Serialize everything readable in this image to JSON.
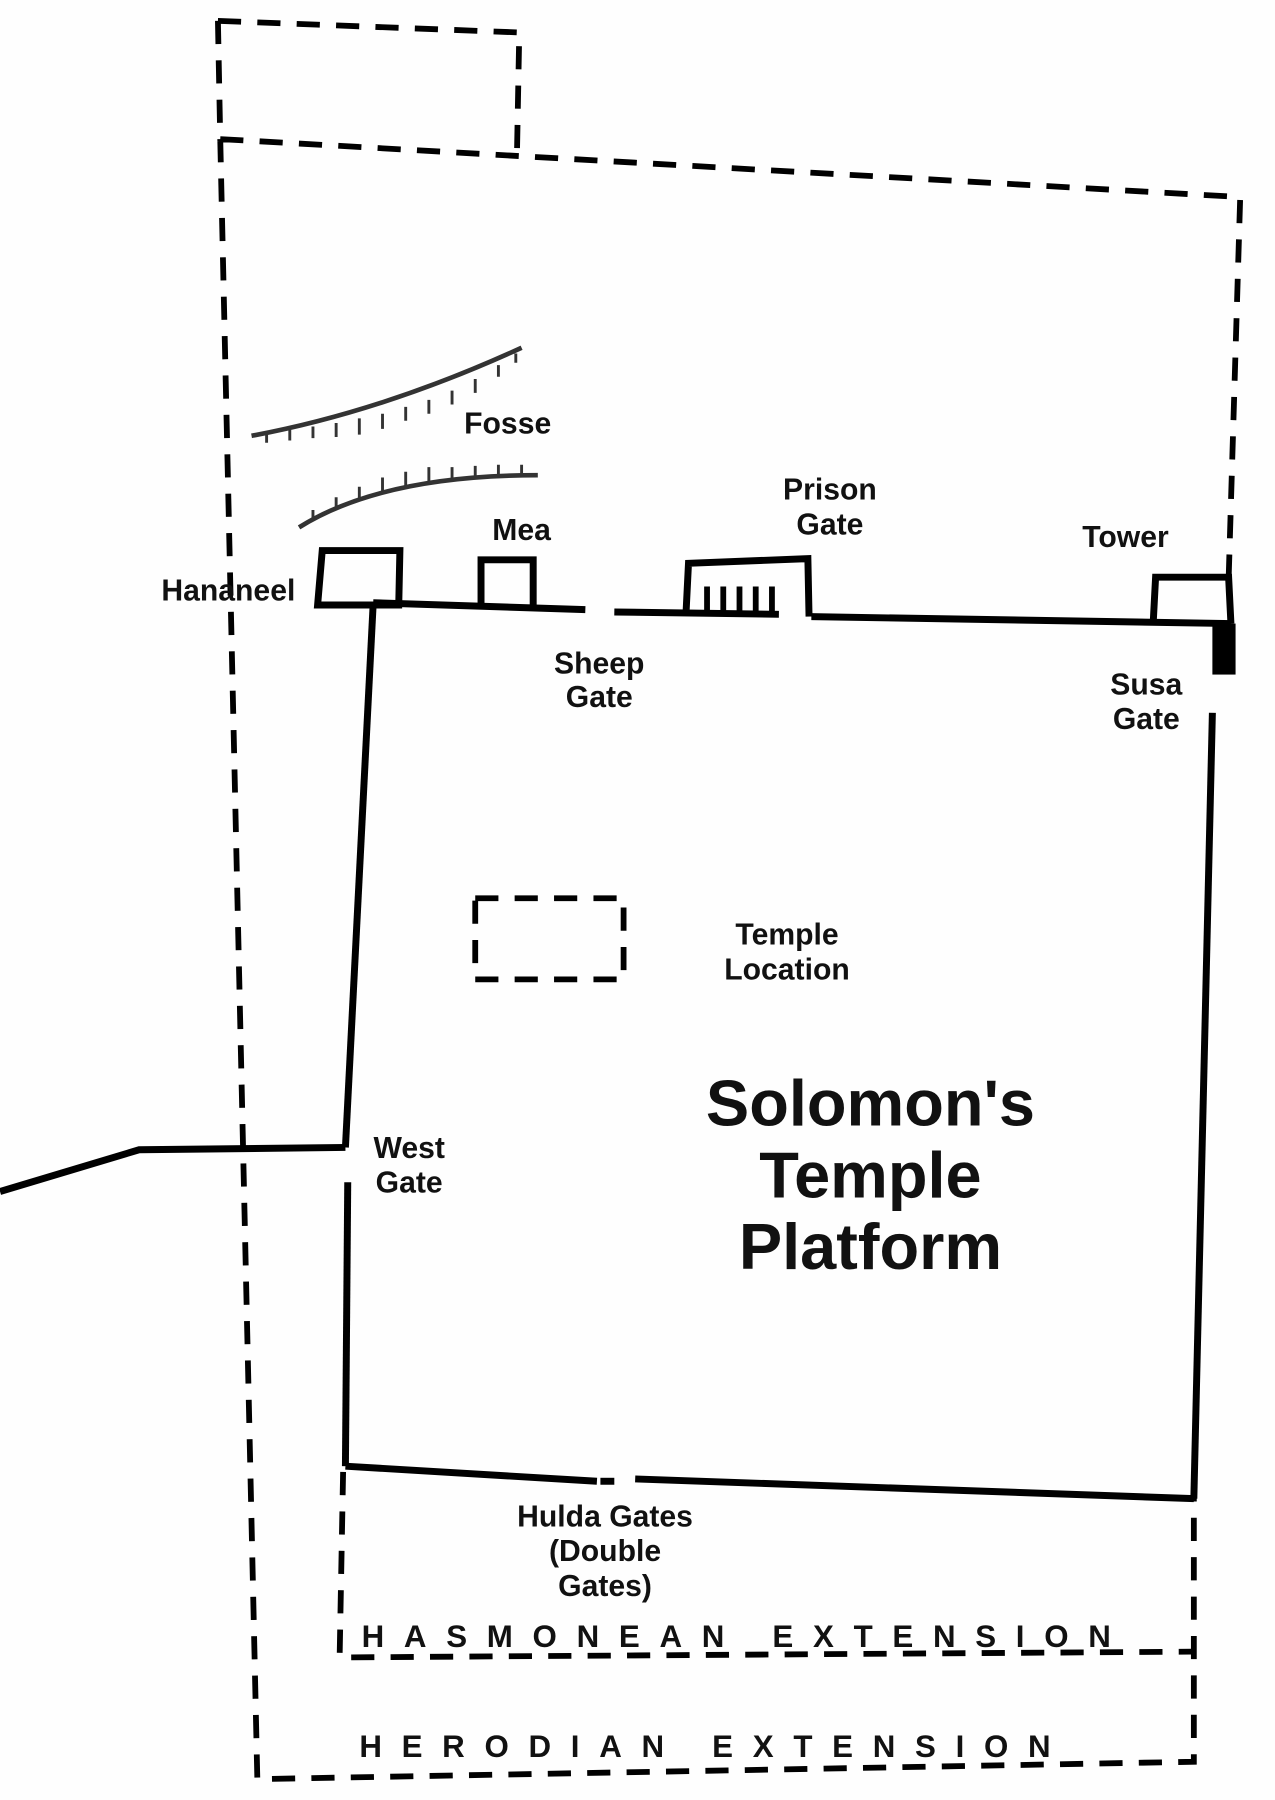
{
  "title": [
    "Solomon's",
    "Temple",
    "Platform"
  ],
  "labels": {
    "fosse": "Fosse",
    "hananeel": "Hananeel",
    "mea": "Mea",
    "prison_gate": [
      "Prison",
      "Gate"
    ],
    "tower": "Tower",
    "sheep_gate": [
      "Sheep",
      "Gate"
    ],
    "susa_gate": [
      "Susa",
      "Gate"
    ],
    "temple_location": [
      "Temple",
      "Location"
    ],
    "west_gate": [
      "West",
      "Gate"
    ],
    "hulda_gates": [
      "Hulda Gates",
      "(Double",
      "Gates)"
    ],
    "hasmonean_extension": "HASMONEAN EXTENSION",
    "herodian_extension": "HERODIAN EXTENSION"
  }
}
